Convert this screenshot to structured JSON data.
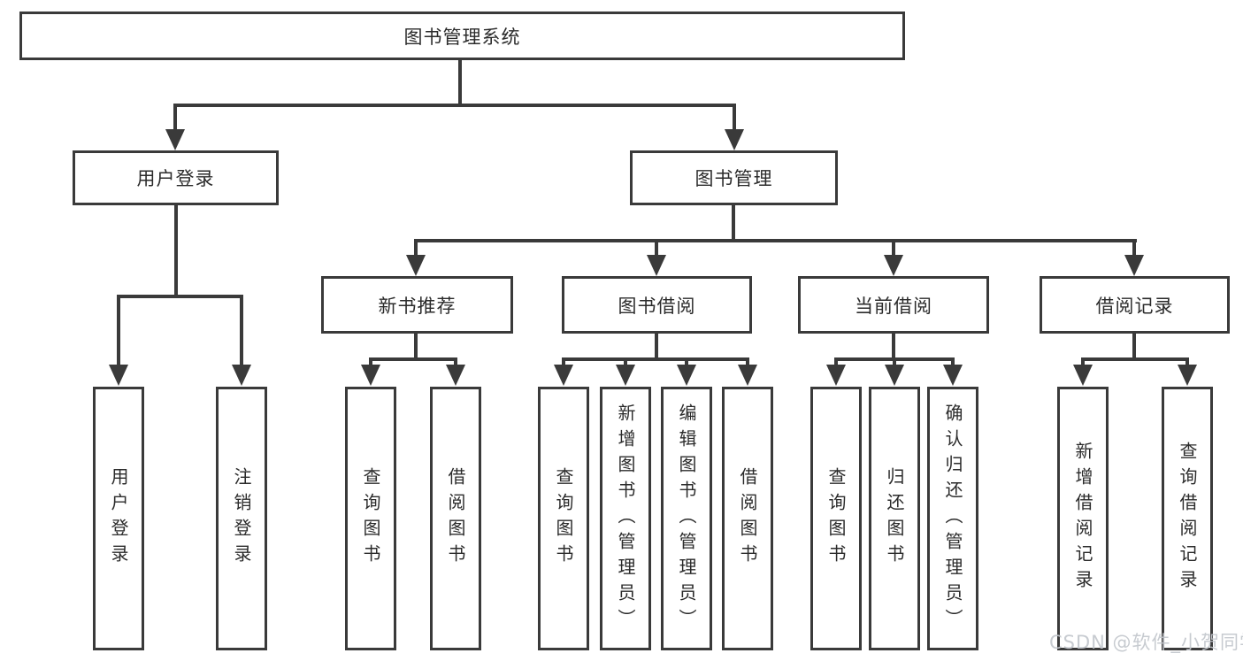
{
  "tree": {
    "label": "图书管理系统",
    "children": [
      {
        "label": "用户登录",
        "children": [
          {
            "label": "用户登录"
          },
          {
            "label": "注销登录"
          }
        ]
      },
      {
        "label": "图书管理",
        "children": [
          {
            "label": "新书推荐",
            "children": [
              {
                "label": "查询图书"
              },
              {
                "label": "借阅图书"
              }
            ]
          },
          {
            "label": "图书借阅",
            "children": [
              {
                "label": "查询图书"
              },
              {
                "label": "新增图书（管理员）"
              },
              {
                "label": "编辑图书（管理员）"
              },
              {
                "label": "借阅图书"
              }
            ]
          },
          {
            "label": "当前借阅",
            "children": [
              {
                "label": "查询图书"
              },
              {
                "label": "归还图书"
              },
              {
                "label": "确认归还（管理员）"
              }
            ]
          },
          {
            "label": "借阅记录",
            "children": [
              {
                "label": "新增借阅记录"
              },
              {
                "label": "查询借阅记录"
              }
            ]
          }
        ]
      }
    ]
  },
  "watermark": {
    "text": "CSDN @软件_小贺同学"
  },
  "colors": {
    "line": "#3a3a3a",
    "box_border": "#3a3a3a",
    "text": "#2b2b2b",
    "background": "#ffffff",
    "watermark": "#c3c7cd"
  }
}
